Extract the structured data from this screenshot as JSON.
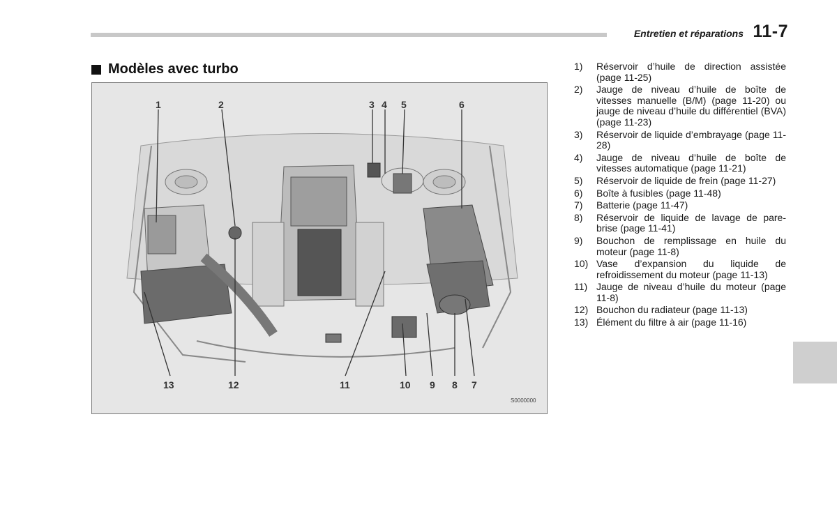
{
  "header": {
    "section": "Entretien et réparations",
    "page": "11-7"
  },
  "section_title": "Modèles avec turbo",
  "figure": {
    "callouts_top": [
      "1",
      "2",
      "3",
      "4",
      "5",
      "6"
    ],
    "callouts_bottom": [
      "13",
      "12",
      "11",
      "10",
      "9",
      "8",
      "7"
    ],
    "code": "S0000000"
  },
  "items": [
    {
      "num": "1)",
      "text": "Réservoir d’huile de direction assistée (page 11-25)"
    },
    {
      "num": "2)",
      "text": "Jauge de niveau d’huile de boîte de vitesses manuelle (B/M) (page 11-20) ou jauge de niveau d’huile du différentiel (BVA) (page 11-23)"
    },
    {
      "num": "3)",
      "text": "Réservoir de liquide d’embrayage (page 11-28)"
    },
    {
      "num": "4)",
      "text": "Jauge de niveau d’huile de boîte de vitesses automatique (page 11-21)"
    },
    {
      "num": "5)",
      "text": "Réservoir de liquide de frein (page 11-27)"
    },
    {
      "num": "6)",
      "text": "Boîte à fusibles (page 11-48)"
    },
    {
      "num": "7)",
      "text": "Batterie (page 11-47)"
    },
    {
      "num": "8)",
      "text": "Réservoir de liquide de lavage de pare-brise (page 11-41)"
    },
    {
      "num": "9)",
      "text": "Bouchon de remplissage en huile du moteur (page 11-8)"
    },
    {
      "num": "10)",
      "text": "Vase d’expansion du liquide de refroidissement du moteur (page 11-13)"
    },
    {
      "num": "11)",
      "text": "Jauge de niveau d’huile du moteur (page 11-8)"
    },
    {
      "num": "12)",
      "text": "Bouchon du radiateur (page 11-13)"
    },
    {
      "num": "13)",
      "text": "Élément du filtre à air (page 11-16)"
    }
  ]
}
